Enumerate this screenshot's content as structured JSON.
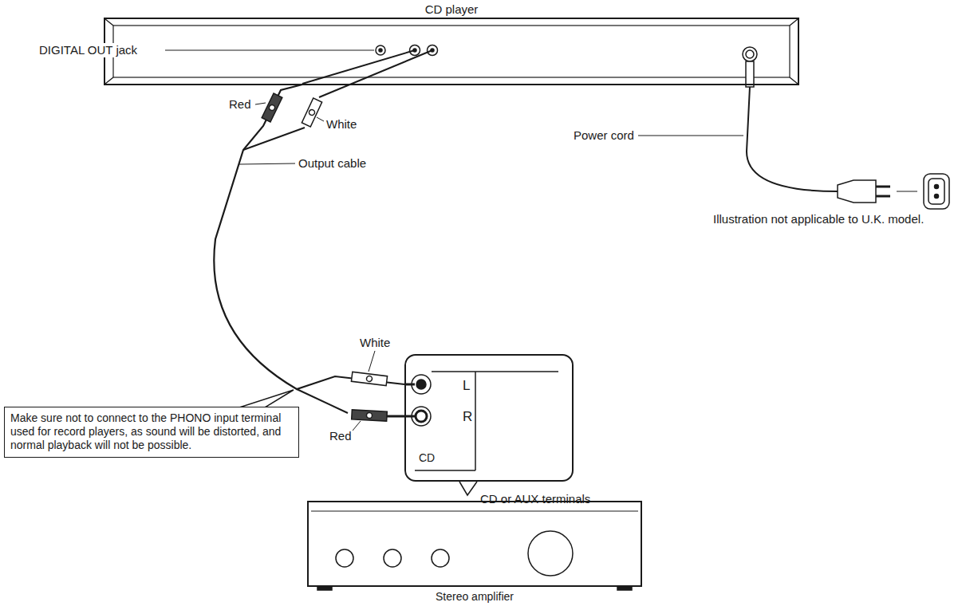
{
  "diagram": {
    "nodes": [
      {
        "text": [
          "CD player"
        ]
      },
      {
        "text": [
          "Make sure not to connect to the PHONO input terminal used for record players, as sound will be distorted, and normal playback will not be possible."
        ]
      },
      {
        "text": [
          "L",
          "R",
          "CD",
          "CD or AUX terminals"
        ]
      },
      {
        "text": [
          "Stereo amplifier"
        ]
      }
    ],
    "edges": [
      {
        "from": 0,
        "to": 2,
        "arrow": "none",
        "label": "Output cable"
      }
    ],
    "labels": [
      "DIGITAL OUT jack",
      "Red",
      "White",
      "Power cord",
      "Illustration not applicable to U.K. model.",
      "White",
      "Red"
    ]
  }
}
